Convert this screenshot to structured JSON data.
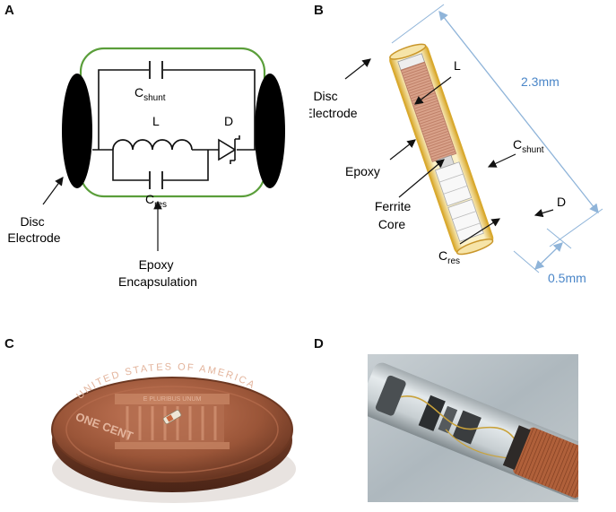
{
  "panels": {
    "a": {
      "letter": "A",
      "c_shunt": "C",
      "c_shunt_sub": "shunt",
      "inductor": "L",
      "diode": "D",
      "c_res": "C",
      "c_res_sub": "res",
      "disc_line1": "Disc",
      "disc_line2": "Electrode",
      "epoxy_line1": "Epoxy",
      "epoxy_line2": "Encapsulation"
    },
    "b": {
      "letter": "B",
      "disc_line1": "Disc",
      "disc_line2": "Electrode",
      "inductor": "L",
      "length": "2.3mm",
      "epoxy": "Epoxy",
      "c_shunt": "C",
      "c_shunt_sub": "shunt",
      "ferrite_line1": "Ferrite",
      "ferrite_line2": "Core",
      "diode": "D",
      "c_res": "C",
      "c_res_sub": "res",
      "diameter": "0.5mm"
    },
    "c": {
      "letter": "C",
      "coin_text_top": "UNITED STATES OF AMERICA",
      "coin_text_left": "ONE CENT",
      "coin_text_pillars": "E PLURIBUS UNUM"
    },
    "d": {
      "letter": "D"
    }
  },
  "colors": {
    "encapsulation_green": "#5a9e3a",
    "dimension_blue": "#8fb4d9",
    "dimension_text": "#4a86c8",
    "epoxy_yellow": "#e8c765",
    "coil_copper": "#d9a28a",
    "copper_penny": "#9a5538"
  }
}
